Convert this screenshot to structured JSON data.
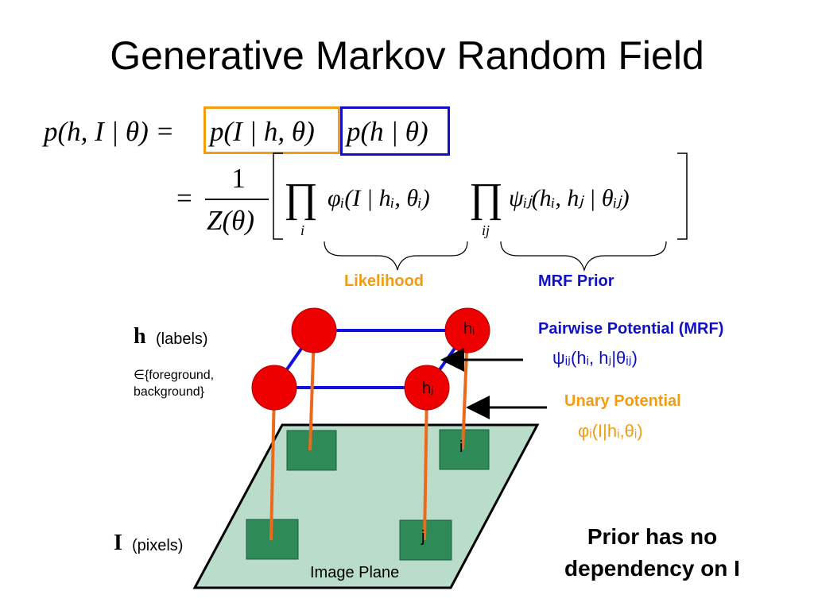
{
  "slide": {
    "title": "Generative Markov Random Field"
  },
  "equation": {
    "line1_lhs": "p(h, I | θ) = ",
    "likelihood_term": "p(I | h, θ)",
    "prior_term": "p(h | θ)",
    "line2_eq": "=",
    "fraction_num": "1",
    "fraction_den": "Z(θ)",
    "product_i": "∏",
    "product_i_sub": "i",
    "unary_term": "φᵢ(I | hᵢ, θᵢ)",
    "product_ij": "∏",
    "product_ij_sub": "ij",
    "pairwise_term": "ψᵢⱼ(hᵢ, hⱼ | θᵢⱼ)"
  },
  "brace_labels": {
    "likelihood": "Likelihood",
    "mrf_prior": "MRF Prior"
  },
  "left_labels": {
    "h_symbol": "h",
    "h_text": "(labels)",
    "h_domain_line1": "∈{foreground,",
    "h_domain_line2": "background}",
    "I_symbol": "I",
    "I_text": "(pixels)"
  },
  "diagram": {
    "node_hi": "hᵢ",
    "node_hj": "hⱼ",
    "pixel_i": "i",
    "pixel_j": "j",
    "plane_label": "Image Plane"
  },
  "right_labels": {
    "pairwise_title": "Pairwise Potential (MRF)",
    "pairwise_formula": "ψᵢⱼ(hᵢ, hⱼ|θᵢⱼ)",
    "unary_title": "Unary Potential",
    "unary_formula": "φᵢ(I|hᵢ,θᵢ)",
    "note_line1": "Prior has no",
    "note_line2": "dependency on I"
  },
  "colors": {
    "likelihood_orange": "#f39c12",
    "prior_blue": "#1010c8",
    "edge_blue": "#1010e0",
    "node_red": "#ee0000",
    "link_orange": "#ec6a1c",
    "plane_fill": "#b9dccb",
    "pixel_fill": "#2e8b57"
  }
}
